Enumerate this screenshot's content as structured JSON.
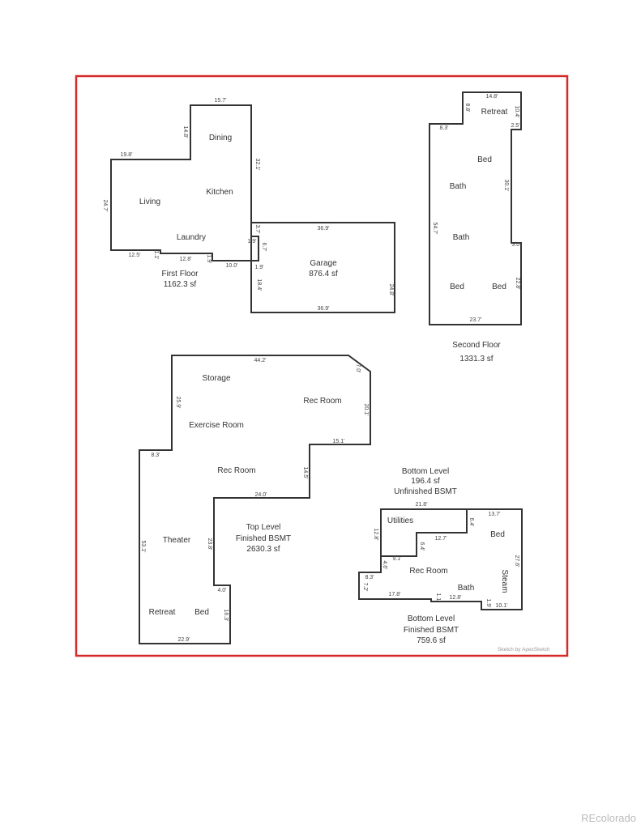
{
  "colors": {
    "border": "#d42a2a",
    "wall": "#333333",
    "watermark": "#bbbbbb"
  },
  "rooms": [
    "Dining",
    "Kitchen",
    "Living",
    "Laundry",
    "Garage",
    "Retreat",
    "Bed",
    "Bath",
    "Bath",
    "Bed",
    "Bed",
    "Storage",
    "Rec Room",
    "Exercise Room",
    "Rec Room",
    "Theater",
    "Retreat",
    "Bed",
    "Utilities",
    "Bed",
    "Rec Room",
    "Bath",
    "Steam"
  ],
  "areas": [
    "First Floor",
    "1162.3 sf",
    "876.4 sf",
    "Second Floor",
    "1331.3 sf",
    "Top Level",
    "Finished BSMT",
    "2630.3 sf",
    "Bottom Level",
    "196.4 sf",
    "Unfinished BSMT",
    "Bottom Level",
    "Finished BSMT",
    "759.6 sf"
  ],
  "dims": [
    "15.7'",
    "14.8'",
    "19.8'",
    "32.1'",
    "24.7'",
    "36.9'",
    "3.7'",
    "1.9'",
    "6.7'",
    "12.5'",
    "1.1'",
    "12.8'",
    "1.9'",
    "10.0'",
    "1.9'",
    "18.4'",
    "24.8'",
    "36.9'",
    "14.8'",
    "8.8'",
    "10.4'",
    "8.3'",
    "2.5'",
    "30.1'",
    "54.7'",
    "3.0'",
    "22.8'",
    "23.7'",
    "44.2'",
    "7.0'",
    "25.9'",
    "20.1'",
    "15.1'",
    "8.3'",
    "14.5'",
    "24.0'",
    "53.1'",
    "23.8'",
    "4.0'",
    "16.3'",
    "22.9'",
    "21.8'",
    "13.7'",
    "6.4'",
    "12.8'",
    "12.7'",
    "6.4'",
    "9.1'",
    "4.6'",
    "27.6'",
    "8.3'",
    "7.2'",
    "17.8'",
    "1.1'",
    "12.8'",
    "1.9'",
    "10.1'"
  ],
  "credit": "Sketch by ApexSketch",
  "watermark": "REcolorado"
}
